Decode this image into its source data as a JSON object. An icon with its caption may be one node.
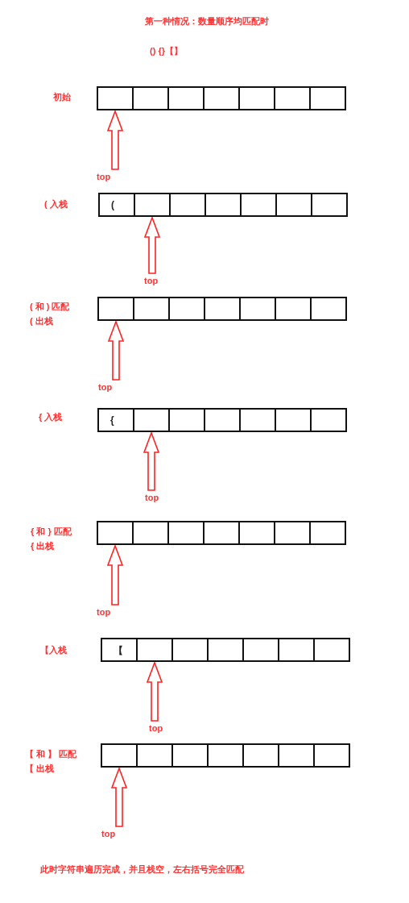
{
  "diagram": {
    "title": "第一种情况：数量顺序均匹配时",
    "nodes": [
      {
        "text": [],
        "shape": "box"
      },
      {
        "text": [],
        "shape": "box"
      },
      {
        "text": [],
        "shape": "box"
      },
      {
        "text": [],
        "shape": "box"
      },
      {
        "text": [],
        "shape": "box"
      },
      {
        "text": [],
        "shape": "box"
      },
      {
        "text": [],
        "shape": "box"
      },
      {
        "text": [
          "top"
        ]
      },
      {
        "text": [
          "("
        ]
      },
      {
        "text": [],
        "shape": "box"
      },
      {
        "text": [],
        "shape": "box"
      },
      {
        "text": [],
        "shape": "box"
      },
      {
        "text": [],
        "shape": "box"
      },
      {
        "text": [],
        "shape": "box"
      },
      {
        "text": [],
        "shape": "box"
      },
      {
        "text": [
          "top"
        ]
      },
      {
        "text": [],
        "shape": "box"
      },
      {
        "text": [],
        "shape": "box"
      },
      {
        "text": [],
        "shape": "box"
      },
      {
        "text": [],
        "shape": "box"
      },
      {
        "text": [],
        "shape": "box"
      },
      {
        "text": [],
        "shape": "box"
      },
      {
        "text": [],
        "shape": "box"
      },
      {
        "text": [
          "top"
        ]
      },
      {
        "text": [
          "{"
        ]
      },
      {
        "text": [],
        "shape": "box"
      },
      {
        "text": [],
        "shape": "box"
      },
      {
        "text": [],
        "shape": "box"
      },
      {
        "text": [],
        "shape": "box"
      },
      {
        "text": [],
        "shape": "box"
      },
      {
        "text": [],
        "shape": "box"
      },
      {
        "text": [
          "top"
        ]
      },
      {
        "text": [],
        "shape": "box"
      },
      {
        "text": [],
        "shape": "box"
      },
      {
        "text": [],
        "shape": "box"
      },
      {
        "text": [],
        "shape": "box"
      },
      {
        "text": [],
        "shape": "box"
      },
      {
        "text": [],
        "shape": "box"
      },
      {
        "text": [],
        "shape": "box"
      },
      {
        "text": [
          "top"
        ]
      },
      {
        "text": [
          "【"
        ]
      },
      {
        "text": [],
        "shape": "box"
      },
      {
        "text": [],
        "shape": "box"
      },
      {
        "text": [],
        "shape": "box"
      },
      {
        "text": [],
        "shape": "box"
      },
      {
        "text": [],
        "shape": "box"
      },
      {
        "text": [],
        "shape": "box"
      },
      {
        "text": [
          "top"
        ]
      },
      {
        "text": [],
        "shape": "box"
      },
      {
        "text": [],
        "shape": "box"
      },
      {
        "text": [],
        "shape": "box"
      },
      {
        "text": [],
        "shape": "box"
      },
      {
        "text": [],
        "shape": "box"
      },
      {
        "text": [],
        "shape": "box"
      },
      {
        "text": [],
        "shape": "box"
      },
      {
        "text": [
          "top"
        ]
      }
    ],
    "edges": [
      {
        "from": 7,
        "to": 0,
        "arrow": "to"
      },
      {
        "from": 15,
        "to": 9,
        "arrow": "to"
      },
      {
        "from": 23,
        "to": 16,
        "arrow": "to"
      },
      {
        "from": 31,
        "to": 25,
        "arrow": "to"
      },
      {
        "from": 39,
        "to": 32,
        "arrow": "to"
      },
      {
        "from": 47,
        "to": 41,
        "arrow": "to"
      },
      {
        "from": 55,
        "to": 48,
        "arrow": "to"
      }
    ],
    "labels": [
      "() {}【】",
      "初始",
      "( 入栈",
      "( 和 ) 匹配",
      "( 出栈",
      "{ 入栈",
      "{ 和 } 匹配",
      "{ 出栈",
      "【入栈",
      "【 和 】 匹配",
      "【 出栈",
      "此时字符串遍历完成，并且栈空，左右括号完全匹配"
    ]
  }
}
